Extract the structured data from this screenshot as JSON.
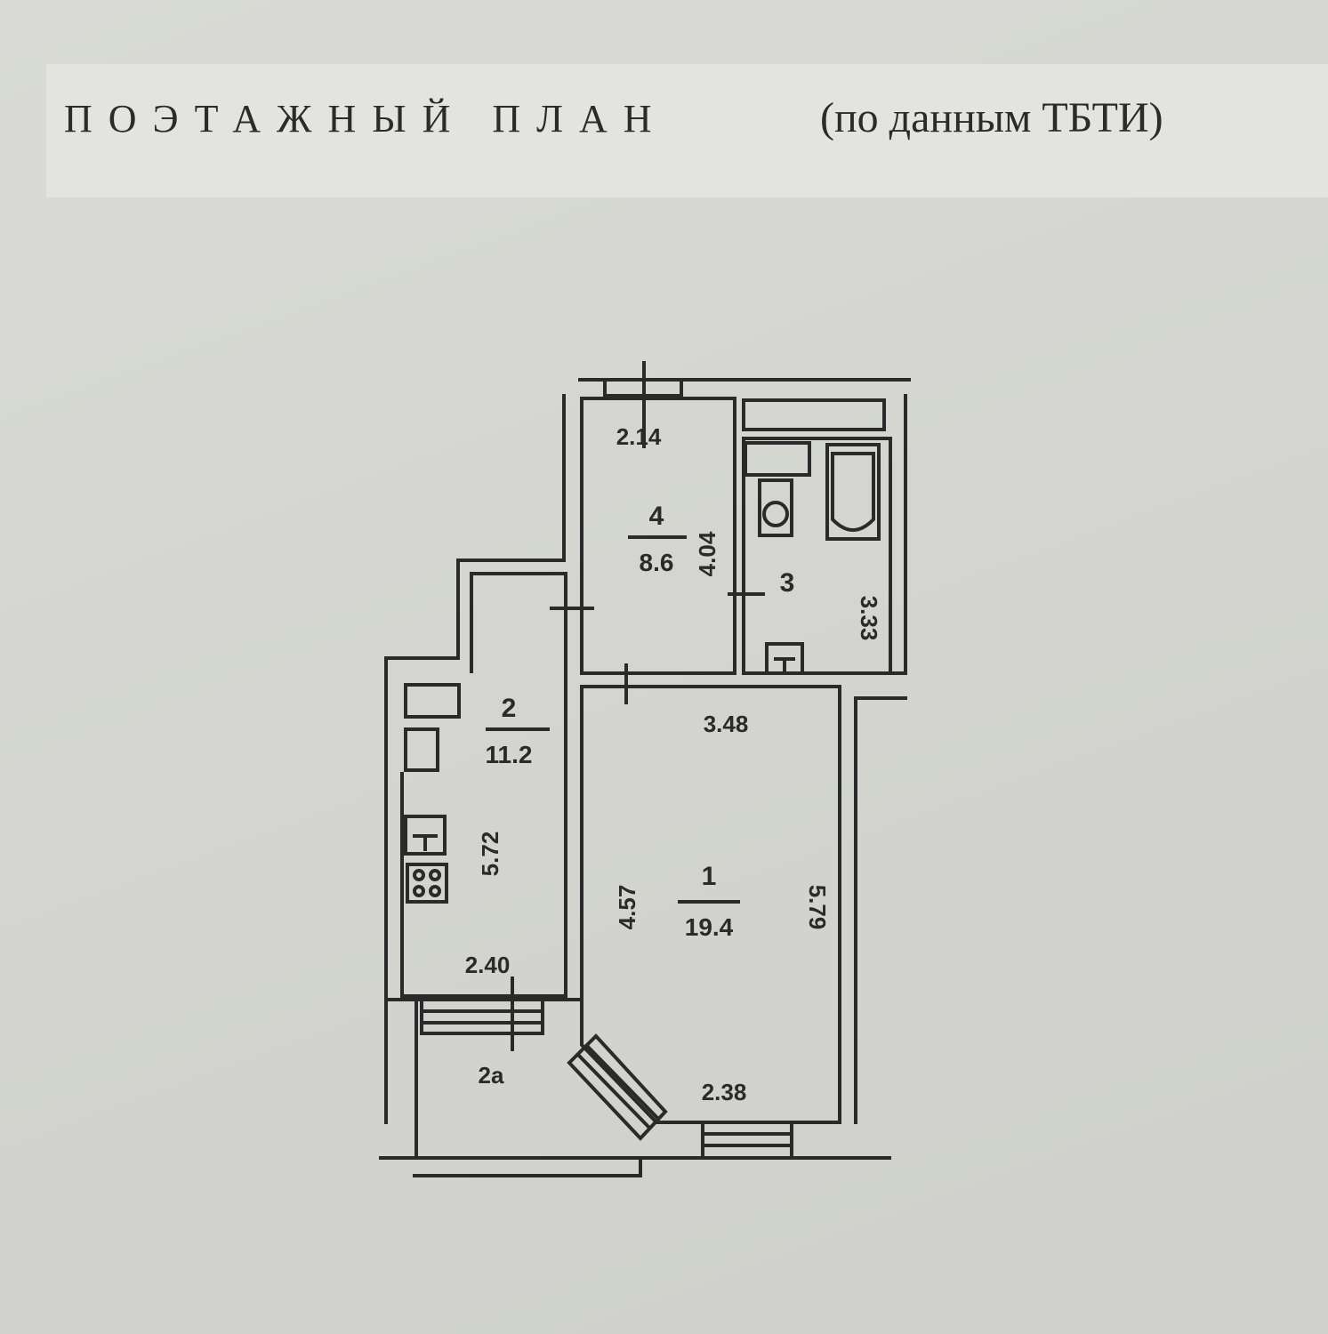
{
  "header": {
    "title": "ПОЭТАЖНЫЙ ПЛАН",
    "note": "(по данным ТБТИ)"
  },
  "rooms": [
    {
      "id": "4",
      "area": "8.6"
    },
    {
      "id": "3",
      "area": ""
    },
    {
      "id": "2",
      "area": "11.2"
    },
    {
      "id": "1",
      "area": "19.4"
    },
    {
      "id": "2a",
      "label": "2a"
    }
  ],
  "dimensions": {
    "room4_width": "2.14",
    "room4_length": "4.04",
    "room3_length": "3.33",
    "room1_width_top": "3.48",
    "room1_length_left": "4.57",
    "room1_length_right": "5.79",
    "room1_width_bottom": "2.38",
    "room2_length": "5.72",
    "room2_width": "2.40"
  },
  "colors": {
    "ink": "#2a2a2a",
    "paper": "#d6d7d2",
    "band": "#e3e4df"
  }
}
